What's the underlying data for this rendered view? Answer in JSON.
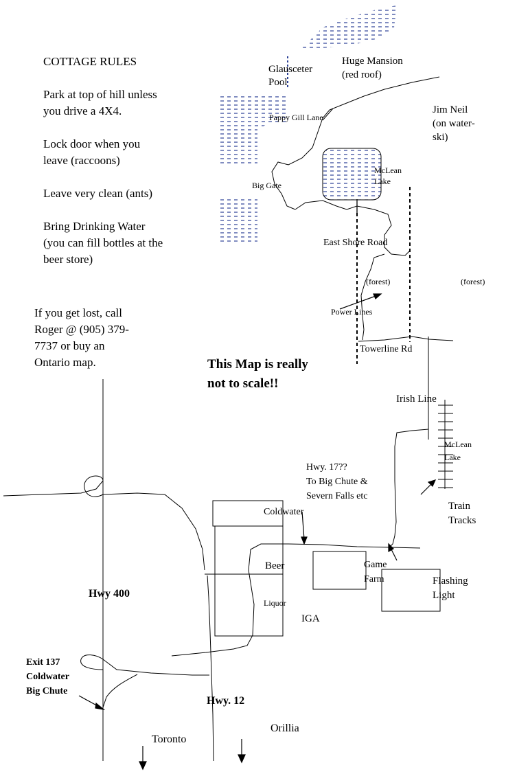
{
  "rules": {
    "title": "COTTAGE RULES",
    "items": [
      [
        "Park at top of hill unless",
        "you drive a 4X4."
      ],
      [
        "Lock door when you",
        "leave (raccoons)"
      ],
      [
        "Leave very clean (ants)"
      ],
      [
        "Bring Drinking Water",
        "(you can fill bottles at the",
        "beer store)"
      ]
    ]
  },
  "lost_note": [
    "If you get lost, call",
    "Roger @ (905) 379-",
    "7737 or buy an",
    "Ontario map."
  ],
  "scale_note": [
    "This Map is really",
    "not to scale!!"
  ],
  "labels": {
    "glausceter": [
      "Glausceter",
      "Pool"
    ],
    "huge_mansion": [
      "Huge Mansion",
      "(red roof)"
    ],
    "jim_neil": [
      "Jim Neil",
      "(on water-",
      "ski)"
    ],
    "pappy_gill": "Pappy Gill Lane",
    "big_gate": "Big Gate",
    "mclean_lake_top": [
      "McLean",
      "Lake"
    ],
    "east_shore": "East Shore Road",
    "forest_1": "(forest)",
    "forest_2": "(forest)",
    "power_lines": "Power Lines",
    "towerline": "Towerline Rd",
    "irish_line": "Irish Line",
    "mclean_lake_bottom": [
      "McLean",
      "Lake"
    ],
    "hwy17": [
      "Hwy. 17??",
      "To Big Chute &",
      "Severn Falls etc"
    ],
    "train_tracks": [
      "Train",
      "Tracks"
    ],
    "coldwater": "Coldwater",
    "beer": "Beer",
    "liquor": "Liquor",
    "iga": "IGA",
    "game_farm": [
      "Game",
      "Farm"
    ],
    "flashing_light": [
      "Flashing",
      "Light"
    ],
    "hwy400": "Hwy 400",
    "exit137": [
      "Exit 137",
      "Coldwater",
      "Big Chute"
    ],
    "hwy12": "Hwy. 12",
    "toronto": "Toronto",
    "orillia": "Orillia"
  }
}
